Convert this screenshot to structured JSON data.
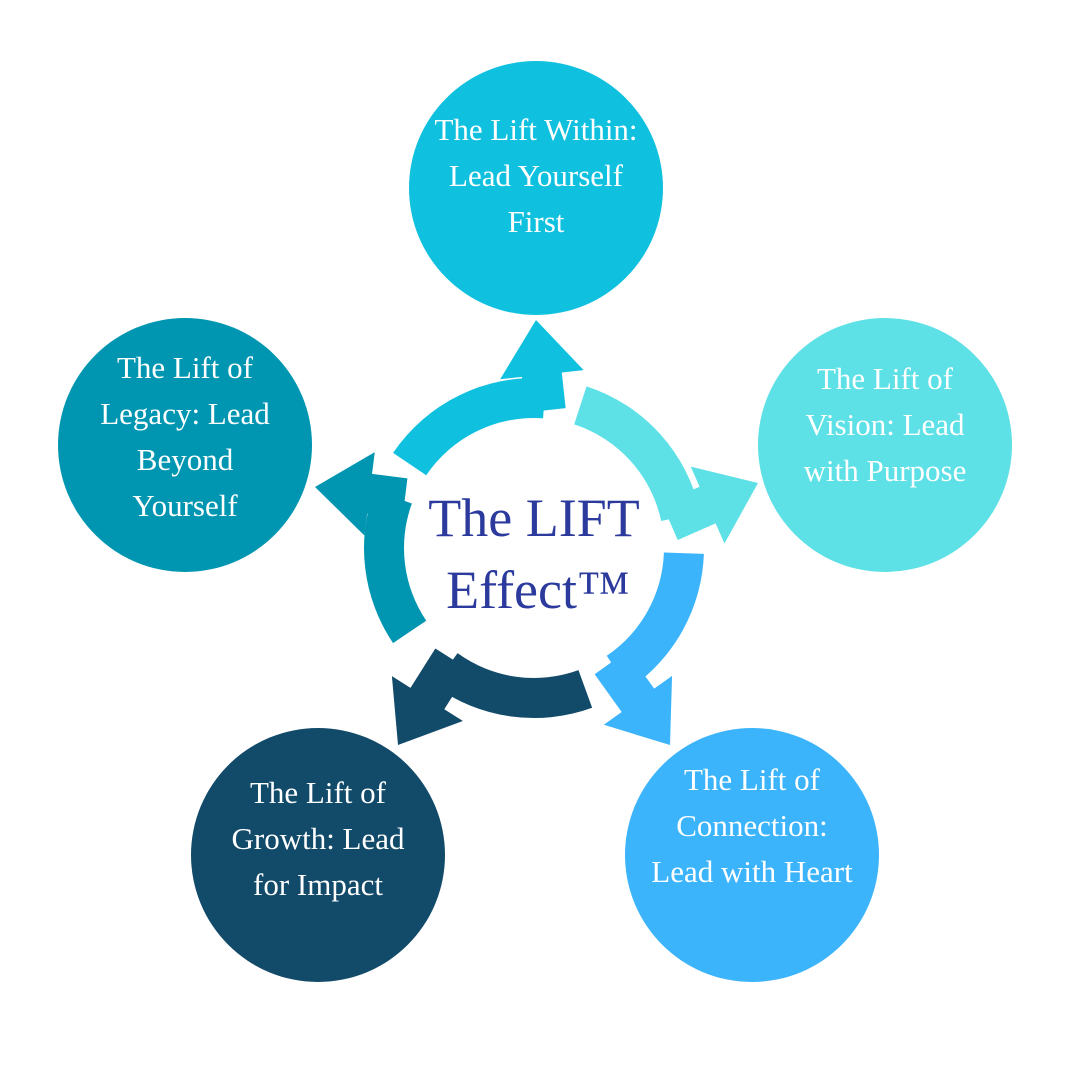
{
  "title": {
    "lines": [
      "The LIFT",
      "Effect™"
    ],
    "color": "#2B3A9C"
  },
  "nodes": [
    {
      "id": "within",
      "lines": [
        "The Lift Within:",
        "Lead Yourself",
        "First"
      ],
      "color": "#0FC0DF",
      "arrow_color": "#0FC0DF"
    },
    {
      "id": "vision",
      "lines": [
        "The Lift of",
        "Vision: Lead",
        "with Purpose"
      ],
      "color": "#5DE1E6",
      "arrow_color": "#5DE1E6"
    },
    {
      "id": "connection",
      "lines": [
        "The Lift of",
        "Connection:",
        "Lead with Heart"
      ],
      "color": "#3BB4FC",
      "arrow_color": "#3BB4FC"
    },
    {
      "id": "growth",
      "lines": [
        "The Lift of",
        "Growth: Lead",
        "for Impact"
      ],
      "color": "#124A69",
      "arrow_color": "#124A69"
    },
    {
      "id": "legacy",
      "lines": [
        "The Lift of",
        "Legacy: Lead",
        "Beyond",
        "Yourself"
      ],
      "color": "#0096B1",
      "arrow_color": "#0096B1"
    }
  ]
}
